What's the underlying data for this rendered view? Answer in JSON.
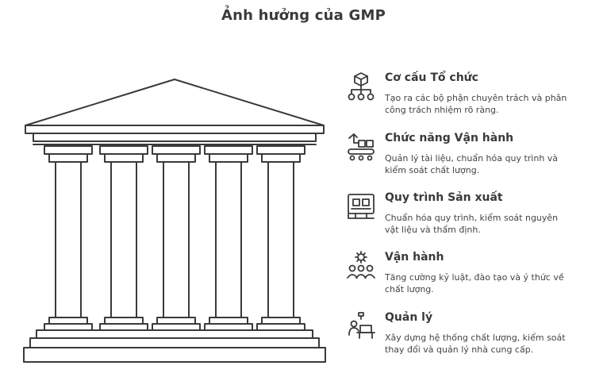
{
  "title": "Ảnh hưởng của GMP",
  "colors": {
    "stroke": "#3a3a3a",
    "background": "#ffffff"
  },
  "pillars": [
    {
      "icon": "cube-hierarchy-icon",
      "title": "Cơ cấu Tổ chức",
      "description": "Tạo ra các bộ phận chuyên trách và phân công trách nhiệm rõ ràng."
    },
    {
      "icon": "conveyor-robot-arm-icon",
      "title": "Chức năng Vận hành",
      "description": "Quản lý tài liệu, chuẩn hóa quy trình và kiểm soát chất lượng."
    },
    {
      "icon": "production-display-icon",
      "title": "Quy trình Sản xuất",
      "description": "Chuẩn hóa quy trình, kiểm soát nguyên vật liệu và thẩm định."
    },
    {
      "icon": "team-gear-icon",
      "title": "Vận hành",
      "description": "Tăng cường kỷ luật, đào tạo và ý thức về chất lượng."
    },
    {
      "icon": "manager-desk-icon",
      "title": "Quản lý",
      "description": "Xây dựng hệ thống chất lượng, kiểm soát thay đổi và quản lý nhà cung cấp."
    }
  ]
}
